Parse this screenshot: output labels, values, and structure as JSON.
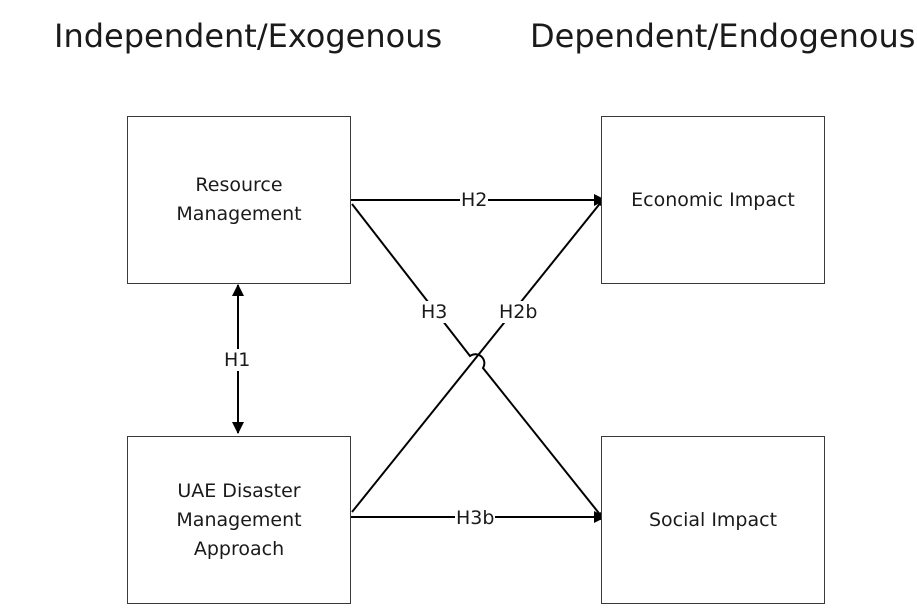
{
  "headings": {
    "left": "Independent/Exogenous",
    "right": "Dependent/Endogenous"
  },
  "boxes": {
    "resource": [
      "Resource",
      "Management"
    ],
    "uae": [
      "UAE Disaster",
      "Management",
      "Approach"
    ],
    "economic": [
      "Economic Impact"
    ],
    "social": [
      "Social Impact"
    ]
  },
  "labels": {
    "h1": "H1",
    "h2": "H2",
    "h2b": "H2b",
    "h3": "H3",
    "h3b": "H3b"
  }
}
